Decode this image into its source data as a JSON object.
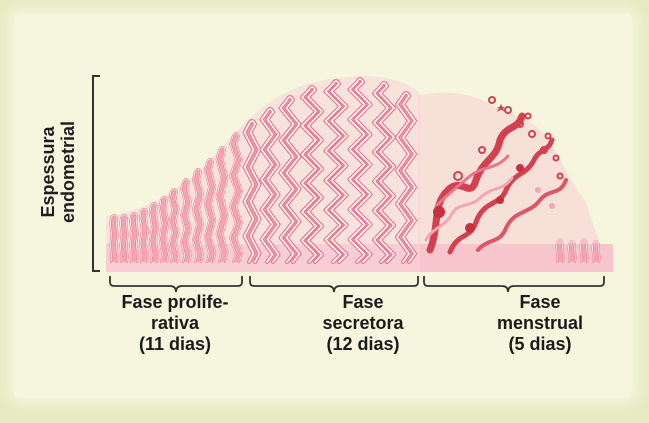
{
  "diagram": {
    "y_axis_label": [
      "Espessura",
      "endometrial"
    ],
    "phases": [
      {
        "lines": [
          "Fase prolife-",
          "rativa",
          "(11 dias)"
        ]
      },
      {
        "lines": [
          "Fase",
          "secretora",
          "(12 dias)"
        ]
      },
      {
        "lines": [
          "Fase",
          "menstrual",
          "(5 dias)"
        ]
      }
    ],
    "colors": {
      "tissue": "#f2a6b2",
      "gland_outline": "#e7768a",
      "base": "#f7c6cc",
      "blood": "#d3404f",
      "background": "#f6f6df",
      "frame": "#e7ebc2"
    }
  }
}
